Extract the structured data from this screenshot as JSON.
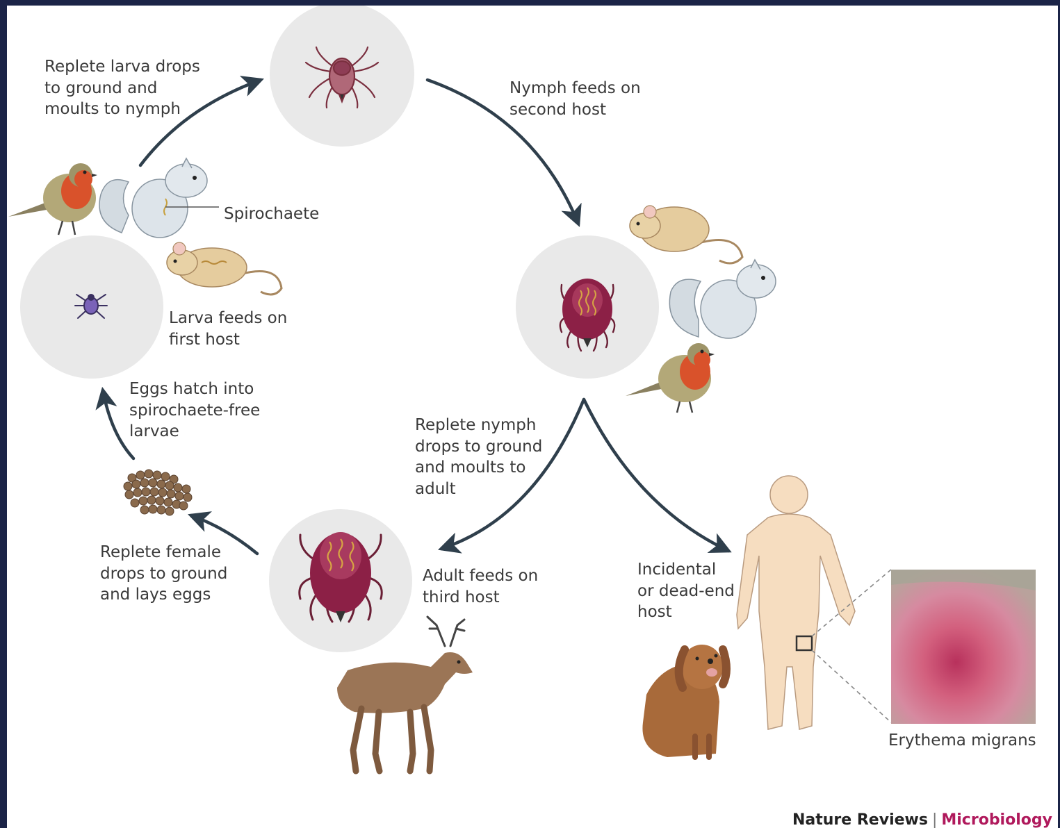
{
  "title": "",
  "labels": {
    "larva_moult": "Replete larva drops\nto ground and\nmoults to nymph",
    "nymph_feeds": "Nymph feeds on\nsecond host",
    "spirochaete": "Spirochaete",
    "larva_feeds": "Larva feeds on\nfirst host",
    "eggs_hatch": "Eggs hatch into\nspirochaete-free\nlarvae",
    "nymph_moult": "Replete nymph\ndrops to ground\nand moults to\nadult",
    "female_drops": "Replete female\ndrops to ground\nand lays eggs",
    "adult_feeds": "Adult feeds on\nthird host",
    "incidental": "Incidental\nor dead-end\nhost",
    "erythema": "Erythema migrans"
  },
  "credit": {
    "journal": "Nature Reviews",
    "separator": "|",
    "subject": "Microbiology"
  },
  "colors": {
    "frame": "#1b2447",
    "arrow": "#2f3f4c",
    "stage_circle": "#e9e9e9",
    "tick_body": "#9a2d55",
    "rash": "#c9416a"
  },
  "stages": [
    "larva",
    "unfed-nymph",
    "fed-nymph",
    "adult",
    "eggs"
  ],
  "hosts": [
    "robin",
    "squirrel",
    "mouse",
    "deer",
    "dog",
    "human"
  ]
}
